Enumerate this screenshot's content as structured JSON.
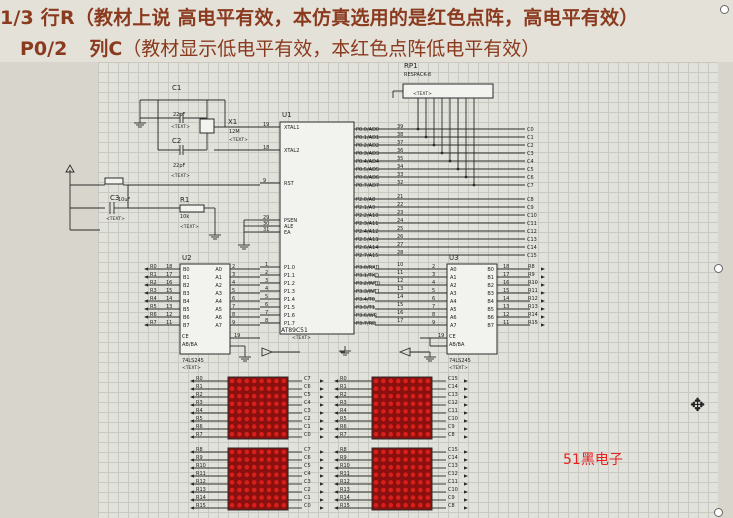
{
  "header": {
    "line1": "1/3  行R（教材上说 高电平有效，本仿真选用的是红色点阵，高电平有效）",
    "line2_port": "P0/2",
    "line2_col": "列C",
    "line2_rest": "（教材显示低电平有效，本红色点阵低电平有效）"
  },
  "watermark": "51黑电子",
  "components": {
    "c1": {
      "ref": "C1",
      "val": "22pF",
      "text": "<TEXT>"
    },
    "c2": {
      "ref": "C2",
      "val": "22pF",
      "text": "<TEXT>"
    },
    "x1": {
      "ref": "X1",
      "val": "12M",
      "text": "<TEXT>"
    },
    "c3": {
      "ref": "C3",
      "val": "10uF",
      "text": "<TEXT>"
    },
    "r1": {
      "ref": "R1",
      "val": "10k",
      "text": "<TEXT>"
    },
    "rp1": {
      "ref": "RP1",
      "val": "RESPACK-8",
      "text": "<TEXT>"
    },
    "u1": {
      "ref": "U1",
      "part": "AT89C51",
      "text": "<TEXT>",
      "left_pins": [
        {
          "n": "19",
          "name": "XTAL1"
        },
        {
          "n": "18",
          "name": "XTAL2"
        },
        {
          "n": "9",
          "name": "RST"
        },
        {
          "n": "29",
          "name": "PSEN"
        },
        {
          "n": "30",
          "name": "ALE"
        },
        {
          "n": "31",
          "name": "EA"
        }
      ],
      "p1_pins": [
        {
          "n": "1",
          "name": "P1.0"
        },
        {
          "n": "2",
          "name": "P1.1"
        },
        {
          "n": "3",
          "name": "P1.2"
        },
        {
          "n": "4",
          "name": "P1.3"
        },
        {
          "n": "5",
          "name": "P1.4"
        },
        {
          "n": "6",
          "name": "P1.5"
        },
        {
          "n": "7",
          "name": "P1.6"
        },
        {
          "n": "8",
          "name": "P1.7"
        }
      ],
      "p0_pins": [
        {
          "n": "39",
          "name": "P0.0/AD0"
        },
        {
          "n": "38",
          "name": "P0.1/AD1"
        },
        {
          "n": "37",
          "name": "P0.2/AD2"
        },
        {
          "n": "36",
          "name": "P0.3/AD3"
        },
        {
          "n": "35",
          "name": "P0.4/AD4"
        },
        {
          "n": "34",
          "name": "P0.5/AD5"
        },
        {
          "n": "33",
          "name": "P0.6/AD6"
        },
        {
          "n": "32",
          "name": "P0.7/AD7"
        }
      ],
      "p2_pins": [
        {
          "n": "21",
          "name": "P2.0/A8"
        },
        {
          "n": "22",
          "name": "P2.1/A9"
        },
        {
          "n": "23",
          "name": "P2.2/A10"
        },
        {
          "n": "24",
          "name": "P2.3/A11"
        },
        {
          "n": "25",
          "name": "P2.4/A12"
        },
        {
          "n": "26",
          "name": "P2.5/A13"
        },
        {
          "n": "27",
          "name": "P2.6/A14"
        },
        {
          "n": "28",
          "name": "P2.7/A15"
        }
      ],
      "p3_pins": [
        {
          "n": "10",
          "name": "P3.0/RXD"
        },
        {
          "n": "11",
          "name": "P3.1/TXD"
        },
        {
          "n": "12",
          "name": "P3.2/INT0"
        },
        {
          "n": "13",
          "name": "P3.3/INT1"
        },
        {
          "n": "14",
          "name": "P3.4/T0"
        },
        {
          "n": "15",
          "name": "P3.5/T1"
        },
        {
          "n": "16",
          "name": "P3.6/WR"
        },
        {
          "n": "17",
          "name": "P3.7/RD"
        }
      ]
    },
    "u2": {
      "ref": "U2",
      "part": "74LS245",
      "text": "<TEXT>",
      "ce": "CE",
      "abba": "AB/BA",
      "pin_ce": "19",
      "pin_dir": "1",
      "a_pins": [
        {
          "n": "2",
          "name": "A0"
        },
        {
          "n": "3",
          "name": "A1"
        },
        {
          "n": "4",
          "name": "A2"
        },
        {
          "n": "5",
          "name": "A3"
        },
        {
          "n": "6",
          "name": "A4"
        },
        {
          "n": "7",
          "name": "A5"
        },
        {
          "n": "8",
          "name": "A6"
        },
        {
          "n": "9",
          "name": "A7"
        }
      ],
      "b_pins": [
        {
          "n": "18",
          "name": "B0"
        },
        {
          "n": "17",
          "name": "B1"
        },
        {
          "n": "16",
          "name": "B2"
        },
        {
          "n": "15",
          "name": "B3"
        },
        {
          "n": "14",
          "name": "B4"
        },
        {
          "n": "13",
          "name": "B5"
        },
        {
          "n": "12",
          "name": "B6"
        },
        {
          "n": "11",
          "name": "B7"
        }
      ],
      "b_nets": [
        "R0",
        "R1",
        "R2",
        "R3",
        "R4",
        "R5",
        "R6",
        "R7"
      ]
    },
    "u3": {
      "ref": "U3",
      "part": "74LS245",
      "text": "<TEXT>",
      "ce": "CE",
      "abba": "AB/BA",
      "pin_ce": "19",
      "pin_dir": "1",
      "a_pins": [
        {
          "n": "2",
          "name": "A0"
        },
        {
          "n": "3",
          "name": "A1"
        },
        {
          "n": "4",
          "name": "A2"
        },
        {
          "n": "5",
          "name": "A3"
        },
        {
          "n": "6",
          "name": "A4"
        },
        {
          "n": "7",
          "name": "A5"
        },
        {
          "n": "8",
          "name": "A6"
        },
        {
          "n": "9",
          "name": "A7"
        }
      ],
      "b_pins": [
        {
          "n": "18",
          "name": "B0"
        },
        {
          "n": "17",
          "name": "B1"
        },
        {
          "n": "16",
          "name": "B2"
        },
        {
          "n": "15",
          "name": "B3"
        },
        {
          "n": "14",
          "name": "B4"
        },
        {
          "n": "13",
          "name": "B5"
        },
        {
          "n": "12",
          "name": "B6"
        },
        {
          "n": "11",
          "name": "B7"
        }
      ],
      "b_nets": [
        "R8",
        "R9",
        "R10",
        "R11",
        "R12",
        "R13",
        "R14",
        "R15"
      ]
    }
  },
  "nets": {
    "p0_cols": [
      "C0",
      "C1",
      "C2",
      "C3",
      "C4",
      "C5",
      "C6",
      "C7"
    ],
    "p2_cols": [
      "C8",
      "C9",
      "C10",
      "C11",
      "C12",
      "C13",
      "C14",
      "C15"
    ]
  },
  "matrices": [
    {
      "rows": [
        "R0",
        "R1",
        "R2",
        "R3",
        "R4",
        "R5",
        "R6",
        "R7"
      ],
      "cols": [
        "C7",
        "C6",
        "C5",
        "C4",
        "C3",
        "C2",
        "C1",
        "C0"
      ]
    },
    {
      "rows": [
        "R0",
        "R1",
        "R2",
        "R3",
        "R4",
        "R5",
        "R6",
        "R7"
      ],
      "cols": [
        "C15",
        "C14",
        "C13",
        "C12",
        "C11",
        "C10",
        "C9",
        "C8"
      ]
    },
    {
      "rows": [
        "R8",
        "R9",
        "R10",
        "R11",
        "R12",
        "R13",
        "R14",
        "R15"
      ],
      "cols": [
        "C7",
        "C6",
        "C5",
        "C4",
        "C3",
        "C2",
        "C1",
        "C0"
      ]
    },
    {
      "rows": [
        "R8",
        "R9",
        "R10",
        "R11",
        "R12",
        "R13",
        "R14",
        "R15"
      ],
      "cols": [
        "C15",
        "C14",
        "C13",
        "C12",
        "C11",
        "C10",
        "C9",
        "C8"
      ]
    }
  ],
  "colors": {
    "wire": "#2a2a2a",
    "led": "#d8201a",
    "led_bg": "#8a1010",
    "chip": "#f2f2ee",
    "title": "#8a3a1e",
    "watermark": "#e8201c"
  }
}
